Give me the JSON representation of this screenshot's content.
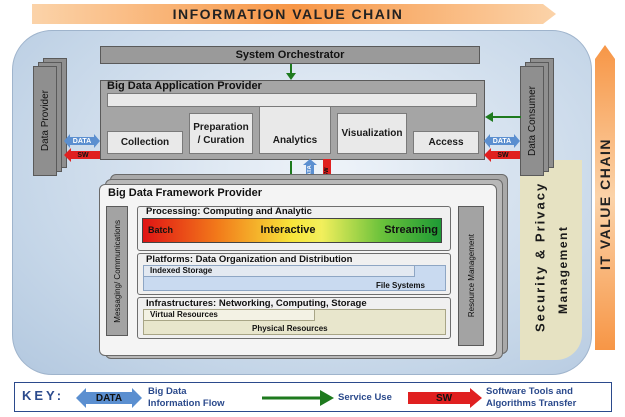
{
  "info_chain": {
    "label": "INFORMATION VALUE CHAIN"
  },
  "it_chain": {
    "label": "IT VALUE CHAIN"
  },
  "security": {
    "line1": "Security & Privacy",
    "line2": "Management"
  },
  "orchestrator": {
    "label": "System Orchestrator"
  },
  "data_provider": {
    "label": "Data Provider"
  },
  "data_consumer": {
    "label": "Data Consumer"
  },
  "app_provider": {
    "title": "Big Data Application Provider",
    "collection": "Collection",
    "preparation_line1": "Preparation",
    "preparation_line2": "/ Curation",
    "analytics": "Analytics",
    "visualization": "Visualization",
    "access": "Access"
  },
  "framework": {
    "title": "Big Data Framework Provider",
    "messaging": "Messaging/ Communications",
    "resource_mgmt": "Resource Management",
    "processing_title": "Processing: Computing and Analytic",
    "batch": "Batch",
    "interactive": "Interactive",
    "streaming": "Streaming",
    "platforms_title": "Platforms: Data Organization and Distribution",
    "indexed_storage": "Indexed Storage",
    "file_systems": "File Systems",
    "infra_title": "Infrastructures: Networking, Computing, Storage",
    "virtual_resources": "Virtual Resources",
    "physical_resources": "Physical Resources"
  },
  "arrows": {
    "data": "DATA",
    "sw": "SW"
  },
  "key": {
    "label": "KEY:",
    "data_tag": "DATA",
    "data_desc_line1": "Big Data",
    "data_desc_line2": "Information Flow",
    "service_use": "Service Use",
    "sw_tag": "SW",
    "sw_desc_line1": "Software Tools and",
    "sw_desc_line2": "Algorithms Transfer"
  },
  "colors": {
    "chain_orange": "#f79646",
    "outer_bg": "#c5d6e8",
    "security_bg": "#e6e2c2",
    "data_blue": "#5b8fd0",
    "sw_red": "#e02020",
    "service_green": "#1e7a1e",
    "key_border": "#2b4a8c"
  }
}
